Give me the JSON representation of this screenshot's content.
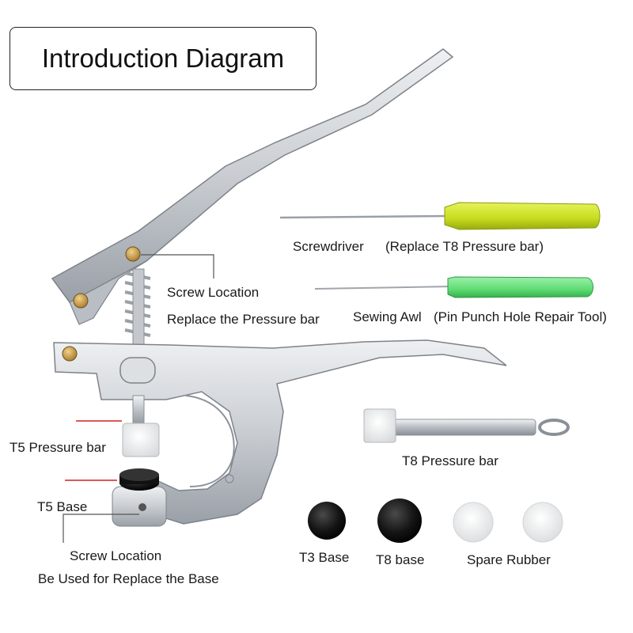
{
  "title": "Introduction Diagram",
  "labels": {
    "screw_location_top": "Screw Location",
    "replace_pressure_bar": "Replace the Pressure bar",
    "screwdriver": "Screwdriver",
    "screwdriver_note": "(Replace T8 Pressure bar)",
    "sewing_awl": "Sewing Awl",
    "sewing_awl_note": "(Pin Punch Hole Repair Tool)",
    "t5_pressure_bar": "T5 Pressure bar",
    "t5_base": "T5 Base",
    "screw_location_bottom": "Screw Location",
    "replace_base": "Be Used for Replace the Base",
    "t8_pressure_bar": "T8 Pressure bar",
    "t3_base": "T3 Base",
    "t8_base": "T8 base",
    "spare_rubber": "Spare Rubber"
  },
  "colors": {
    "metal": "#c9cdd2",
    "metal_dark": "#8e949b",
    "screwdriver_handle": "#c6dc1e",
    "awl_handle": "#5fdc74",
    "leader_red": "#d62020",
    "leader_gray": "#555555"
  }
}
